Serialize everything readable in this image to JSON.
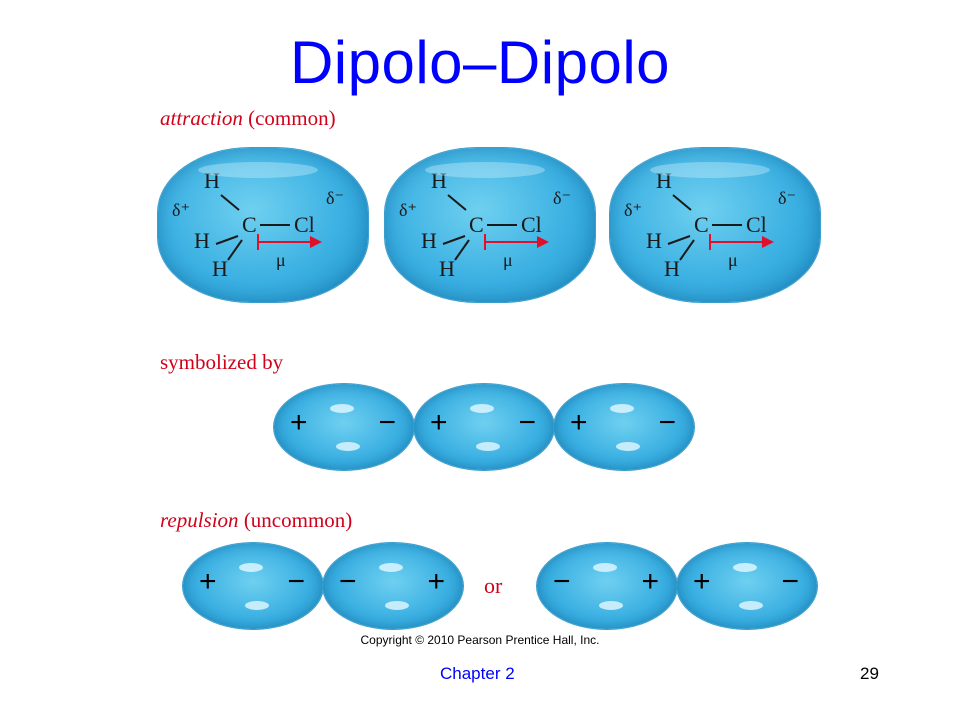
{
  "title": "Dipolo–Dipolo",
  "attraction": {
    "italic": "attraction",
    "rest": " (common)"
  },
  "symbolized": "symbolized by",
  "repulsion": {
    "italic": "repulsion",
    "rest": " (uncommon)"
  },
  "molecule": {
    "h": "H",
    "c": "C",
    "cl": "Cl",
    "delta_plus": "δ⁺",
    "delta_minus": "δ⁻",
    "mu": "μ"
  },
  "signs": {
    "plus": "+",
    "minus": "−"
  },
  "or_label": "or",
  "copyright": "Copyright © 2010 Pearson Prentice Hall, Inc.",
  "footer": {
    "chapter": "Chapter 2",
    "page": "29"
  },
  "colors": {
    "title": "#0000ff",
    "label": "#d0021b",
    "blob": "#3bb0e2",
    "arrow": "#e0102a"
  }
}
